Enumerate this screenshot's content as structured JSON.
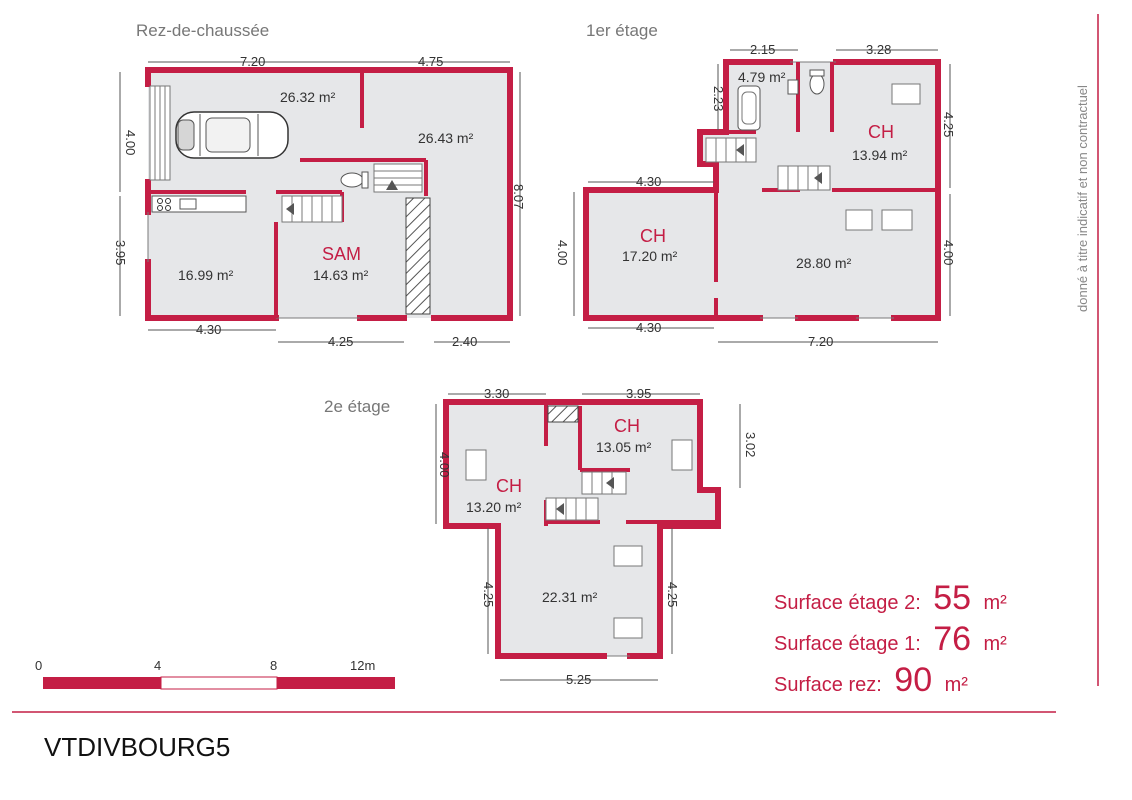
{
  "colors": {
    "wall": "#c41e45",
    "floor": "#e6e7e9",
    "text": "#333333",
    "muted": "#777777"
  },
  "reference": "VTDIVBOURG5",
  "disclaimer": "donné à titre indicatif et non contractuel",
  "scale": {
    "labels": [
      "0",
      "4",
      "8",
      "12m"
    ]
  },
  "floors": {
    "rdc": {
      "title": "Rez-de-chaussée",
      "areas": [
        "26.32 m²",
        "26.43 m²",
        "16.99 m²",
        "14.63 m²"
      ],
      "rooms": [
        "SAM"
      ],
      "dims": [
        "7.20",
        "4.75",
        "4.00",
        "3.95",
        "8.07",
        "4.30",
        "4.25",
        "2.40"
      ]
    },
    "e1": {
      "title": "1er étage",
      "areas": [
        "4.79 m²",
        "13.94 m²",
        "17.20 m²",
        "28.80 m²"
      ],
      "rooms": [
        "CH",
        "CH"
      ],
      "dims": [
        "2.15",
        "3.28",
        "2.23",
        "4.25",
        "4.30",
        "4.00",
        "4.00",
        "4.30",
        "7.20"
      ]
    },
    "e2": {
      "title": "2e étage",
      "areas": [
        "13.05 m²",
        "13.20 m²",
        "22.31 m²"
      ],
      "rooms": [
        "CH",
        "CH"
      ],
      "dims": [
        "3.30",
        "3.95",
        "4.00",
        "3.02",
        "4.25",
        "4.25",
        "5.25"
      ]
    }
  },
  "summary": [
    {
      "label": "Surface étage 2:",
      "value": "55",
      "unit": "m²"
    },
    {
      "label": "Surface étage 1:",
      "value": "76",
      "unit": "m²"
    },
    {
      "label": "Surface rez:",
      "value": "90",
      "unit": "m²"
    }
  ]
}
